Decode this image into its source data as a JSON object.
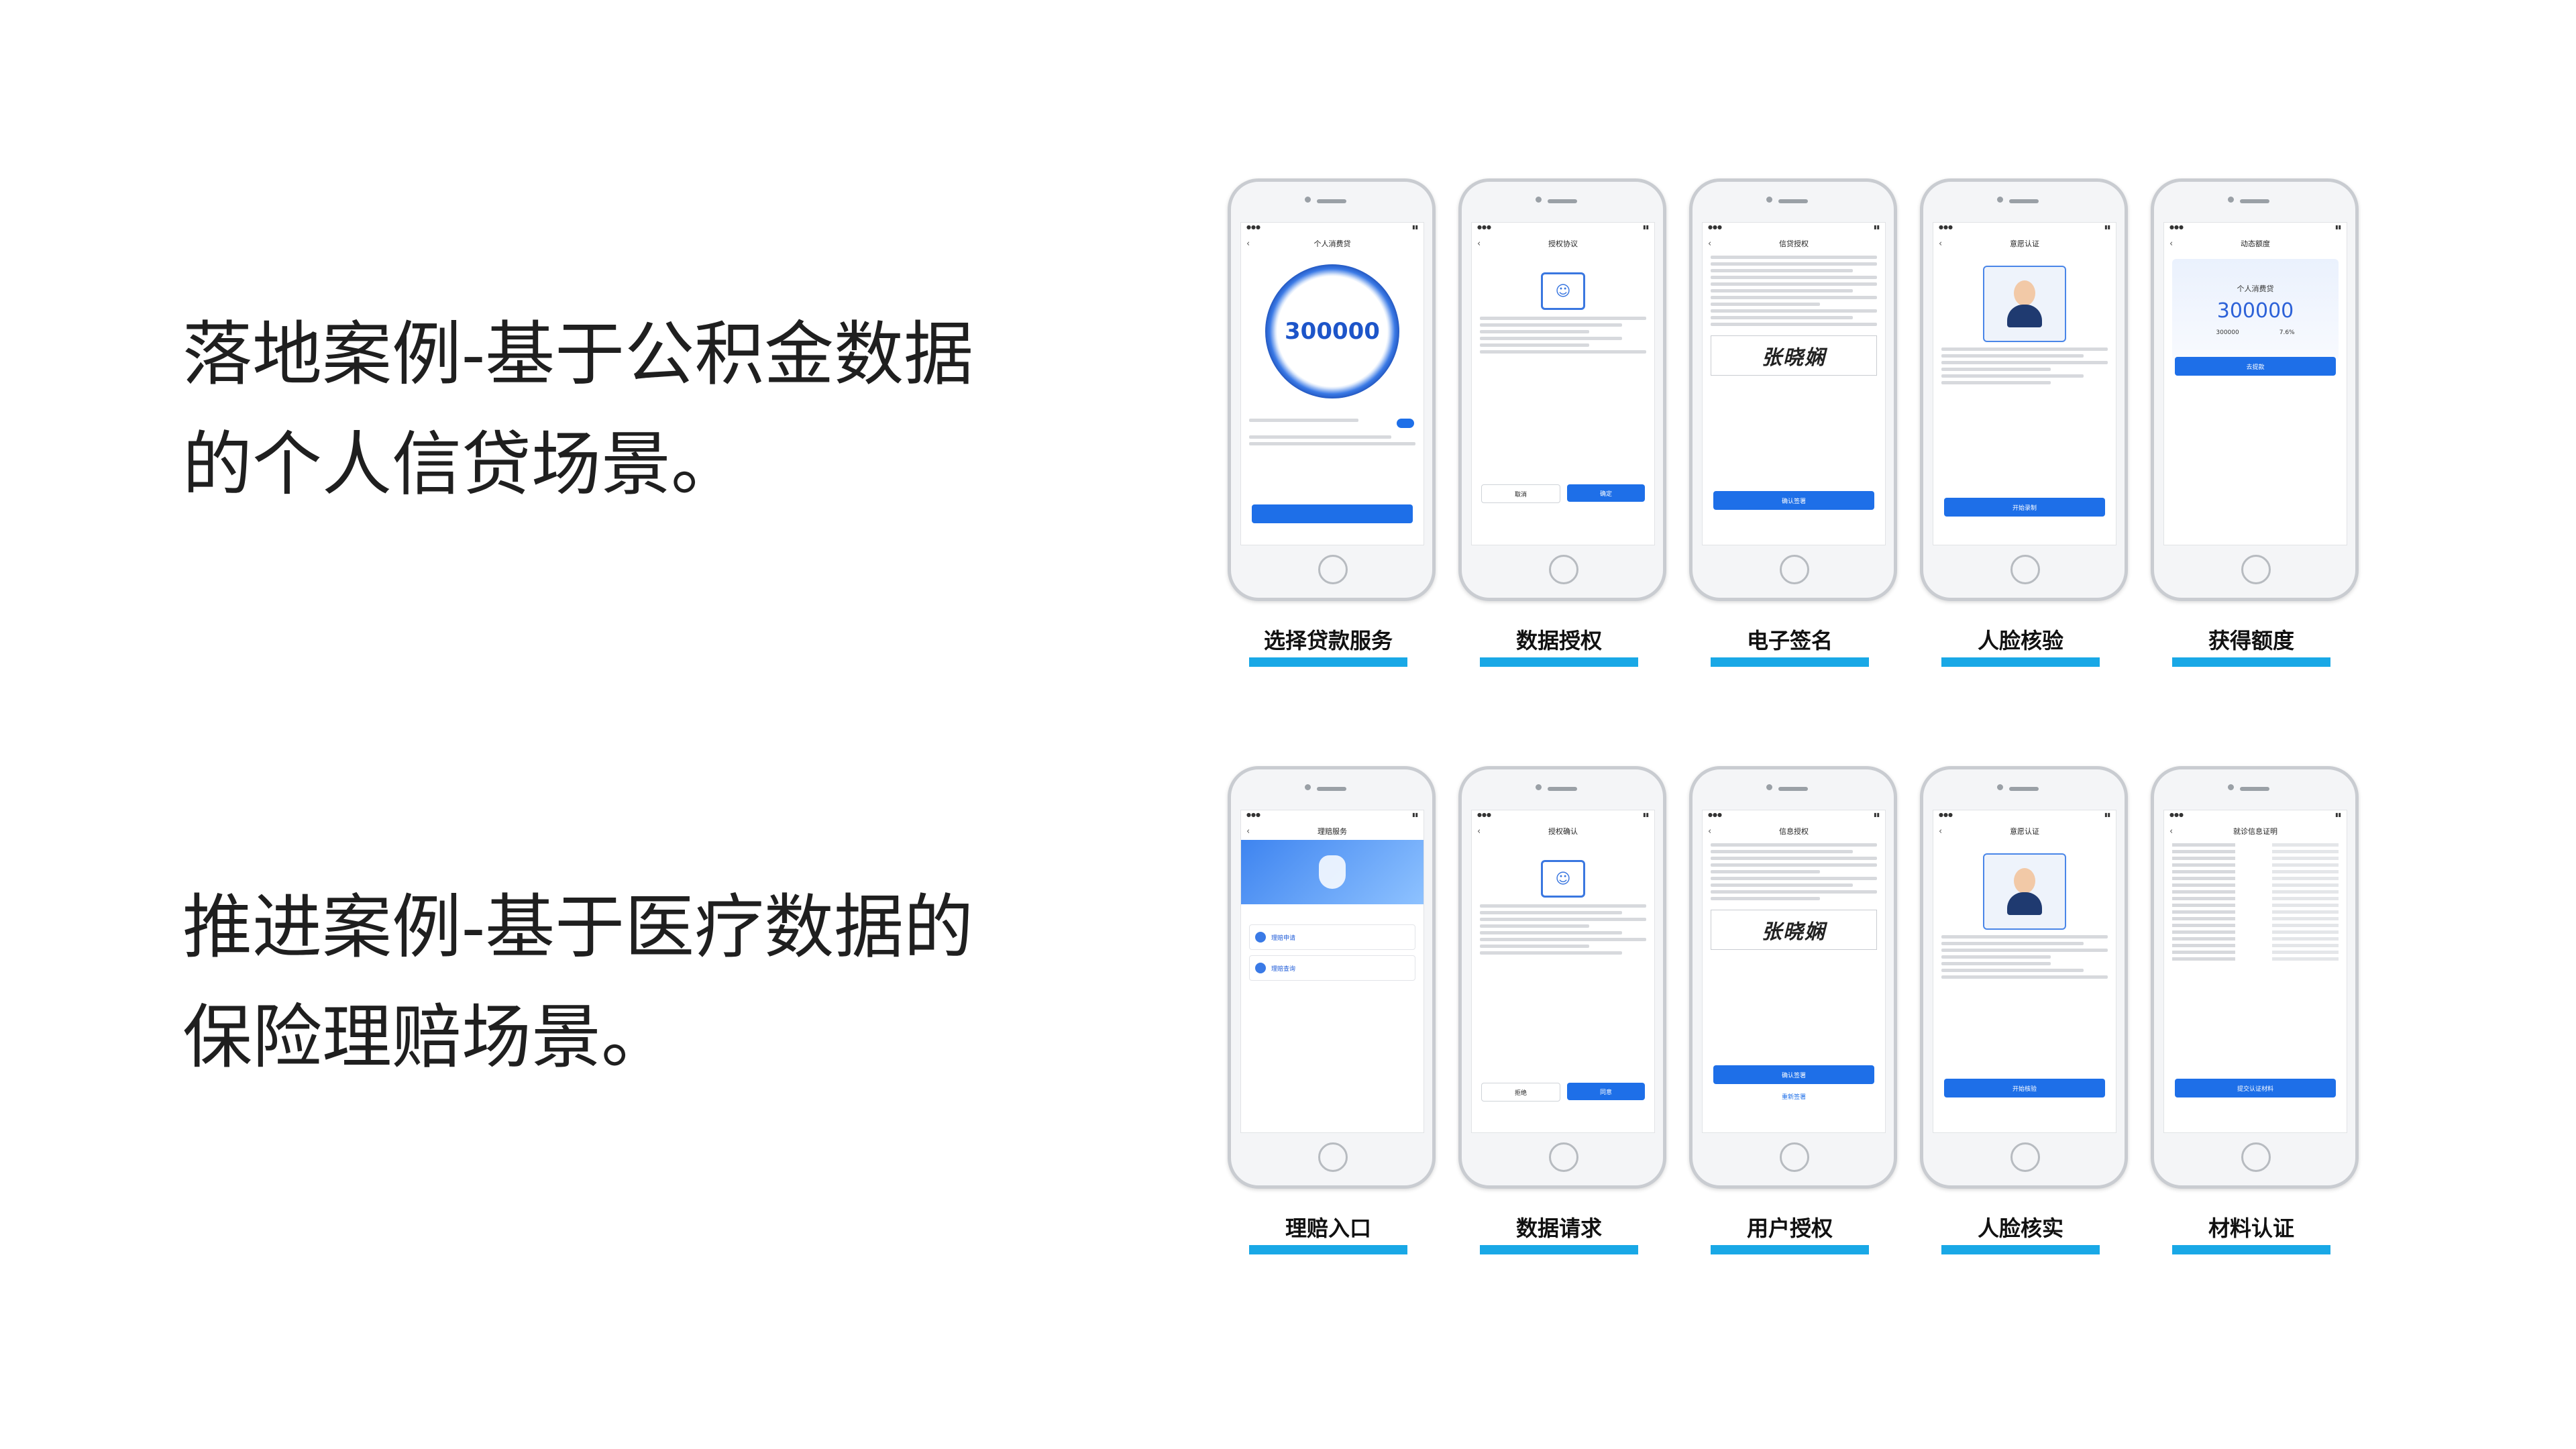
{
  "cases": [
    {
      "lines": [
        "落地案例-基于公积金数据",
        "的个人信贷场景。"
      ],
      "steps": [
        {
          "label": "选择贷款服务",
          "title": "个人消费贷",
          "amount": "300000"
        },
        {
          "label": "数据授权",
          "title": "授权协议",
          "cancel": "取消",
          "confirm": "确定"
        },
        {
          "label": "电子签名",
          "title": "信贷授权",
          "signature": "张晓娴",
          "button": "确认签署"
        },
        {
          "label": "人脸核验",
          "title": "意愿认证",
          "button": "开始录制"
        },
        {
          "label": "获得额度",
          "title": "动态额度",
          "card_title": "个人消费贷",
          "amount": "300000",
          "term": "300000",
          "rate": "7.6%",
          "button": "去提款"
        }
      ]
    },
    {
      "lines": [
        "推进案例-基于医疗数据的",
        "保险理赔场景。"
      ],
      "steps": [
        {
          "label": "理赔入口",
          "title": "理赔服务",
          "item1": "理赔申请",
          "item2": "理赔查询"
        },
        {
          "label": "数据请求",
          "title": "授权确认",
          "cancel": "拒绝",
          "confirm": "同意"
        },
        {
          "label": "用户授权",
          "title": "信息授权",
          "signature": "张晓娴",
          "button": "确认签署",
          "link": "重新签署"
        },
        {
          "label": "人脸核实",
          "title": "意愿认证",
          "button": "开始核验"
        },
        {
          "label": "材料认证",
          "title": "就诊信息证明",
          "button": "提交认证材料"
        }
      ]
    }
  ],
  "colors": {
    "accent": "#19a8e6",
    "primary": "#1e6fe8"
  }
}
